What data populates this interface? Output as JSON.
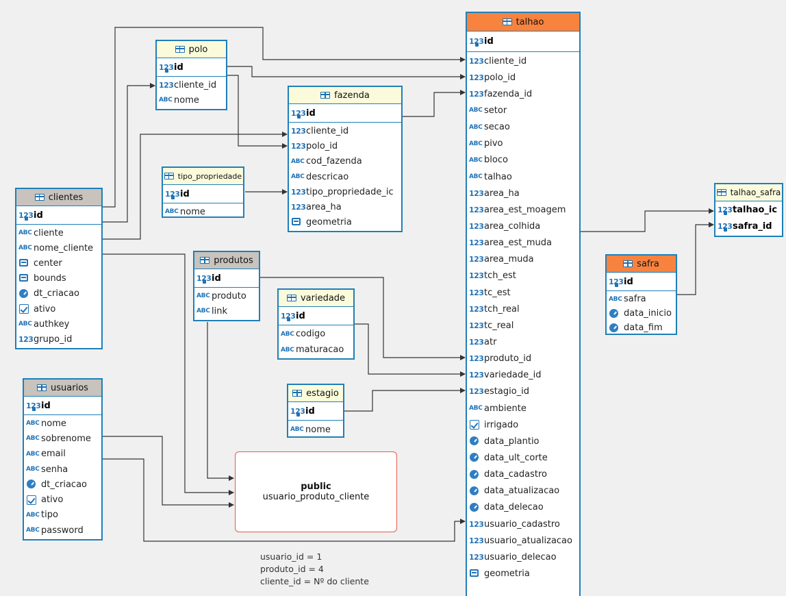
{
  "tables": {
    "polo": {
      "name": "polo",
      "pk": "id",
      "columns": [
        {
          "name": "cliente_id",
          "type": "num"
        },
        {
          "name": "nome",
          "type": "abc"
        }
      ]
    },
    "fazenda": {
      "name": "fazenda",
      "pk": "id",
      "columns": [
        {
          "name": "cliente_id",
          "type": "num"
        },
        {
          "name": "polo_id",
          "type": "num"
        },
        {
          "name": "cod_fazenda",
          "type": "abc"
        },
        {
          "name": "descricao",
          "type": "abc"
        },
        {
          "name": "tipo_propriedade_ic",
          "type": "num"
        },
        {
          "name": "area_ha",
          "type": "num"
        },
        {
          "name": "geometria",
          "type": "geo"
        }
      ]
    },
    "tipo_propriedade": {
      "name": "tipo_propriedade",
      "pk": "id",
      "columns": [
        {
          "name": "nome",
          "type": "abc"
        }
      ]
    },
    "clientes": {
      "name": "clientes",
      "pk": "id",
      "columns": [
        {
          "name": "cliente",
          "type": "abc"
        },
        {
          "name": "nome_cliente",
          "type": "abc"
        },
        {
          "name": "center",
          "type": "geo"
        },
        {
          "name": "bounds",
          "type": "geo"
        },
        {
          "name": "dt_criacao",
          "type": "clock"
        },
        {
          "name": "ativo",
          "type": "check"
        },
        {
          "name": "authkey",
          "type": "abc"
        },
        {
          "name": "grupo_id",
          "type": "num"
        }
      ]
    },
    "produtos": {
      "name": "produtos",
      "pk": "id",
      "columns": [
        {
          "name": "produto",
          "type": "abc"
        },
        {
          "name": "link",
          "type": "abc"
        }
      ]
    },
    "variedade": {
      "name": "variedade",
      "pk": "id",
      "columns": [
        {
          "name": "codigo",
          "type": "abc"
        },
        {
          "name": "maturacao",
          "type": "abc"
        }
      ]
    },
    "estagio": {
      "name": "estagio",
      "pk": "id",
      "columns": [
        {
          "name": "nome",
          "type": "abc"
        }
      ]
    },
    "usuarios": {
      "name": "usuarios",
      "pk": "id",
      "columns": [
        {
          "name": "nome",
          "type": "abc"
        },
        {
          "name": "sobrenome",
          "type": "abc"
        },
        {
          "name": "email",
          "type": "abc"
        },
        {
          "name": "senha",
          "type": "abc"
        },
        {
          "name": "dt_criacao",
          "type": "clock"
        },
        {
          "name": "ativo",
          "type": "check"
        },
        {
          "name": "tipo",
          "type": "abc"
        },
        {
          "name": "password",
          "type": "abc"
        }
      ]
    },
    "talhao": {
      "name": "talhao",
      "pk": "id",
      "columns": [
        {
          "name": "cliente_id",
          "type": "num"
        },
        {
          "name": "polo_id",
          "type": "num"
        },
        {
          "name": "fazenda_id",
          "type": "num"
        },
        {
          "name": "setor",
          "type": "abc"
        },
        {
          "name": "secao",
          "type": "abc"
        },
        {
          "name": "pivo",
          "type": "abc"
        },
        {
          "name": "bloco",
          "type": "abc"
        },
        {
          "name": "talhao",
          "type": "abc"
        },
        {
          "name": "area_ha",
          "type": "num"
        },
        {
          "name": "area_est_moagem",
          "type": "num"
        },
        {
          "name": "area_colhida",
          "type": "num"
        },
        {
          "name": "area_est_muda",
          "type": "num"
        },
        {
          "name": "area_muda",
          "type": "num"
        },
        {
          "name": "tch_est",
          "type": "num"
        },
        {
          "name": "tc_est",
          "type": "num"
        },
        {
          "name": "tch_real",
          "type": "num"
        },
        {
          "name": "tc_real",
          "type": "num"
        },
        {
          "name": "atr",
          "type": "num"
        },
        {
          "name": "produto_id",
          "type": "num"
        },
        {
          "name": "variedade_id",
          "type": "num"
        },
        {
          "name": "estagio_id",
          "type": "num"
        },
        {
          "name": "ambiente",
          "type": "abc"
        },
        {
          "name": "irrigado",
          "type": "check"
        },
        {
          "name": "data_plantio",
          "type": "clock"
        },
        {
          "name": "data_ult_corte",
          "type": "clock"
        },
        {
          "name": "data_cadastro",
          "type": "clock"
        },
        {
          "name": "data_atualizacao",
          "type": "clock"
        },
        {
          "name": "data_delecao",
          "type": "clock"
        },
        {
          "name": "usuario_cadastro",
          "type": "num"
        },
        {
          "name": "usuario_atualizacao",
          "type": "num"
        },
        {
          "name": "usuario_delecao",
          "type": "num"
        },
        {
          "name": "geometria",
          "type": "geo"
        }
      ]
    },
    "talhao_safra": {
      "name": "talhao_safra",
      "pks": [
        "talhao_ic",
        "safra_id"
      ],
      "columns": []
    },
    "safra": {
      "name": "safra",
      "pk": "id",
      "columns": [
        {
          "name": "safra",
          "type": "abc"
        },
        {
          "name": "data_inicio",
          "type": "clock"
        },
        {
          "name": "data_fim",
          "type": "clock"
        }
      ]
    }
  },
  "note_box": {
    "schema": "public",
    "name": "usuario_produto_cliente"
  },
  "annotation": [
    "usuario_id = 1",
    "produto_id = 4",
    "cliente_id = Nº do cliente"
  ],
  "colors": {
    "border": "#1e7fb8",
    "header_yellow": "#fbfbdc",
    "header_gray": "#c8c3bd",
    "header_orange": "#f7833f",
    "note_border": "#e25a4a",
    "edge": "#333333"
  },
  "icons": {
    "num": "numeric-123-icon",
    "key": "primary-key-123-icon",
    "abc": "text-abc-icon",
    "geo": "geometry-icon",
    "clock": "clock-icon",
    "check": "checkbox-icon",
    "table": "table-icon"
  }
}
